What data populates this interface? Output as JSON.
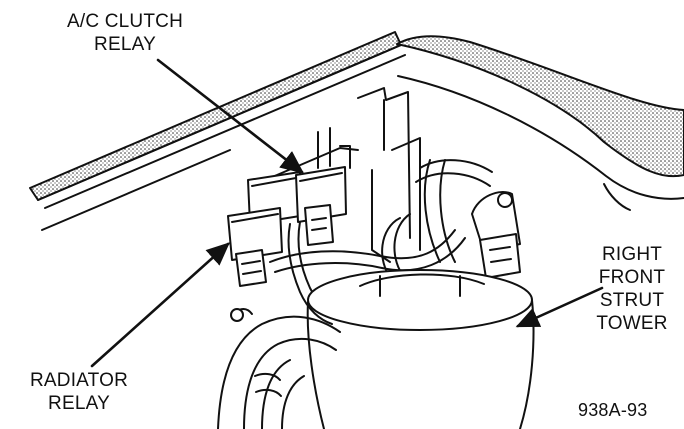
{
  "labels": {
    "ac_clutch_relay": [
      "A/C CLUTCH",
      "RELAY"
    ],
    "radiator_relay": [
      "RADIATOR",
      "RELAY"
    ],
    "strut_tower": [
      "RIGHT",
      "FRONT",
      "STRUT",
      "TOWER"
    ],
    "figure_id": "938A-93"
  }
}
